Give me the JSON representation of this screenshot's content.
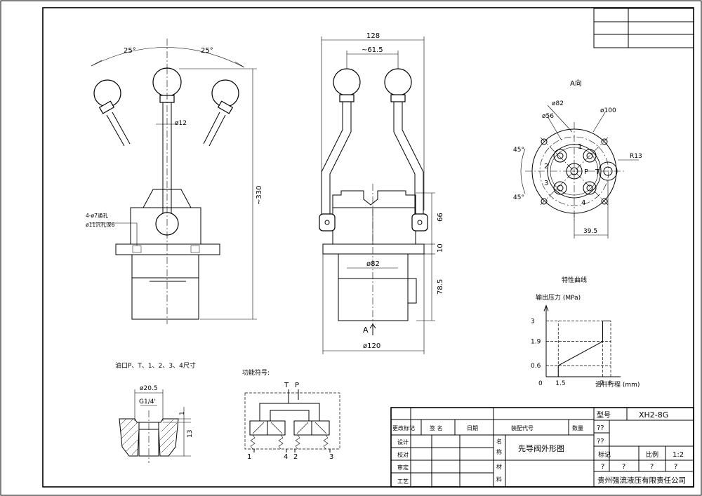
{
  "view_labels": {
    "view_a_title": "A向",
    "view_a_arrow": "A",
    "port_size_title": "油口P、T、1、2、3、4尺寸",
    "function_symbol_title": "功能符号:",
    "curve_title": "特性曲线"
  },
  "front_view": {
    "angle_left": "25°",
    "angle_right": "25°",
    "rod_diameter": "ø12",
    "overall_height": "~330",
    "hole_note_1": "4-ø7通孔",
    "hole_note_2": "ø11沉孔深6"
  },
  "side_view": {
    "width_top": "128",
    "handle_spacing": "~61.5",
    "dim_66": "66",
    "dim_10": "10",
    "dim_78_5": "78.5",
    "inner_diameter": "ø82",
    "outer_diameter": "ø120"
  },
  "view_a": {
    "d82": "ø82",
    "d56": "ø56",
    "d100": "ø100",
    "r13": "R13",
    "angle_top": "45°",
    "angle_bottom": "45°",
    "dim_39_5": "39.5",
    "port_1": "1",
    "port_2": "2",
    "port_3": "3",
    "port_4": "4",
    "port_p": "P",
    "port_t": "T"
  },
  "port_detail": {
    "d20_5": "ø20.5",
    "thread": "G1/4'",
    "dim_1": "1",
    "dim_13": "13"
  },
  "function_symbol": {
    "t": "T",
    "p": "P",
    "label_1": "1",
    "label_4": "4",
    "label_2": "2",
    "label_3": "3"
  },
  "chart_data": {
    "type": "line",
    "title": "特性曲线",
    "ylabel": "输出压力 (MPa)",
    "xlabel": "滑杆行程 (mm)",
    "x_ticks": [
      "0",
      "1.5",
      "7",
      "8"
    ],
    "y_ticks": [
      "0.6",
      "1.9",
      "3"
    ],
    "xlim": [
      0,
      8
    ],
    "ylim": [
      0,
      3
    ],
    "series": [
      {
        "x": [
          1.5,
          1.5,
          7,
          7,
          8
        ],
        "y": [
          0,
          0.6,
          1.9,
          3,
          3
        ]
      }
    ]
  },
  "title_block": {
    "model_label": "型号",
    "model_value": "XH2-8G",
    "revision_mark": "更改标记",
    "signature": "签  名",
    "date": "日期",
    "assembly_code": "装配代号",
    "quantity": "数量",
    "design": "设计",
    "check": "校对",
    "review": "审定",
    "process": "工艺",
    "name_label_1": "名",
    "name_label_2": "称",
    "material_label_1": "材",
    "material_label_2": "料",
    "drawing_name": "先导阀外形图",
    "mark_label": "标记",
    "scale_label": "比例",
    "scale_value": "1:2",
    "q1": "??",
    "q2": "??",
    "q_marks": [
      "?",
      "?",
      "?",
      "?"
    ],
    "company": "贵州强流液压有限责任公司"
  }
}
